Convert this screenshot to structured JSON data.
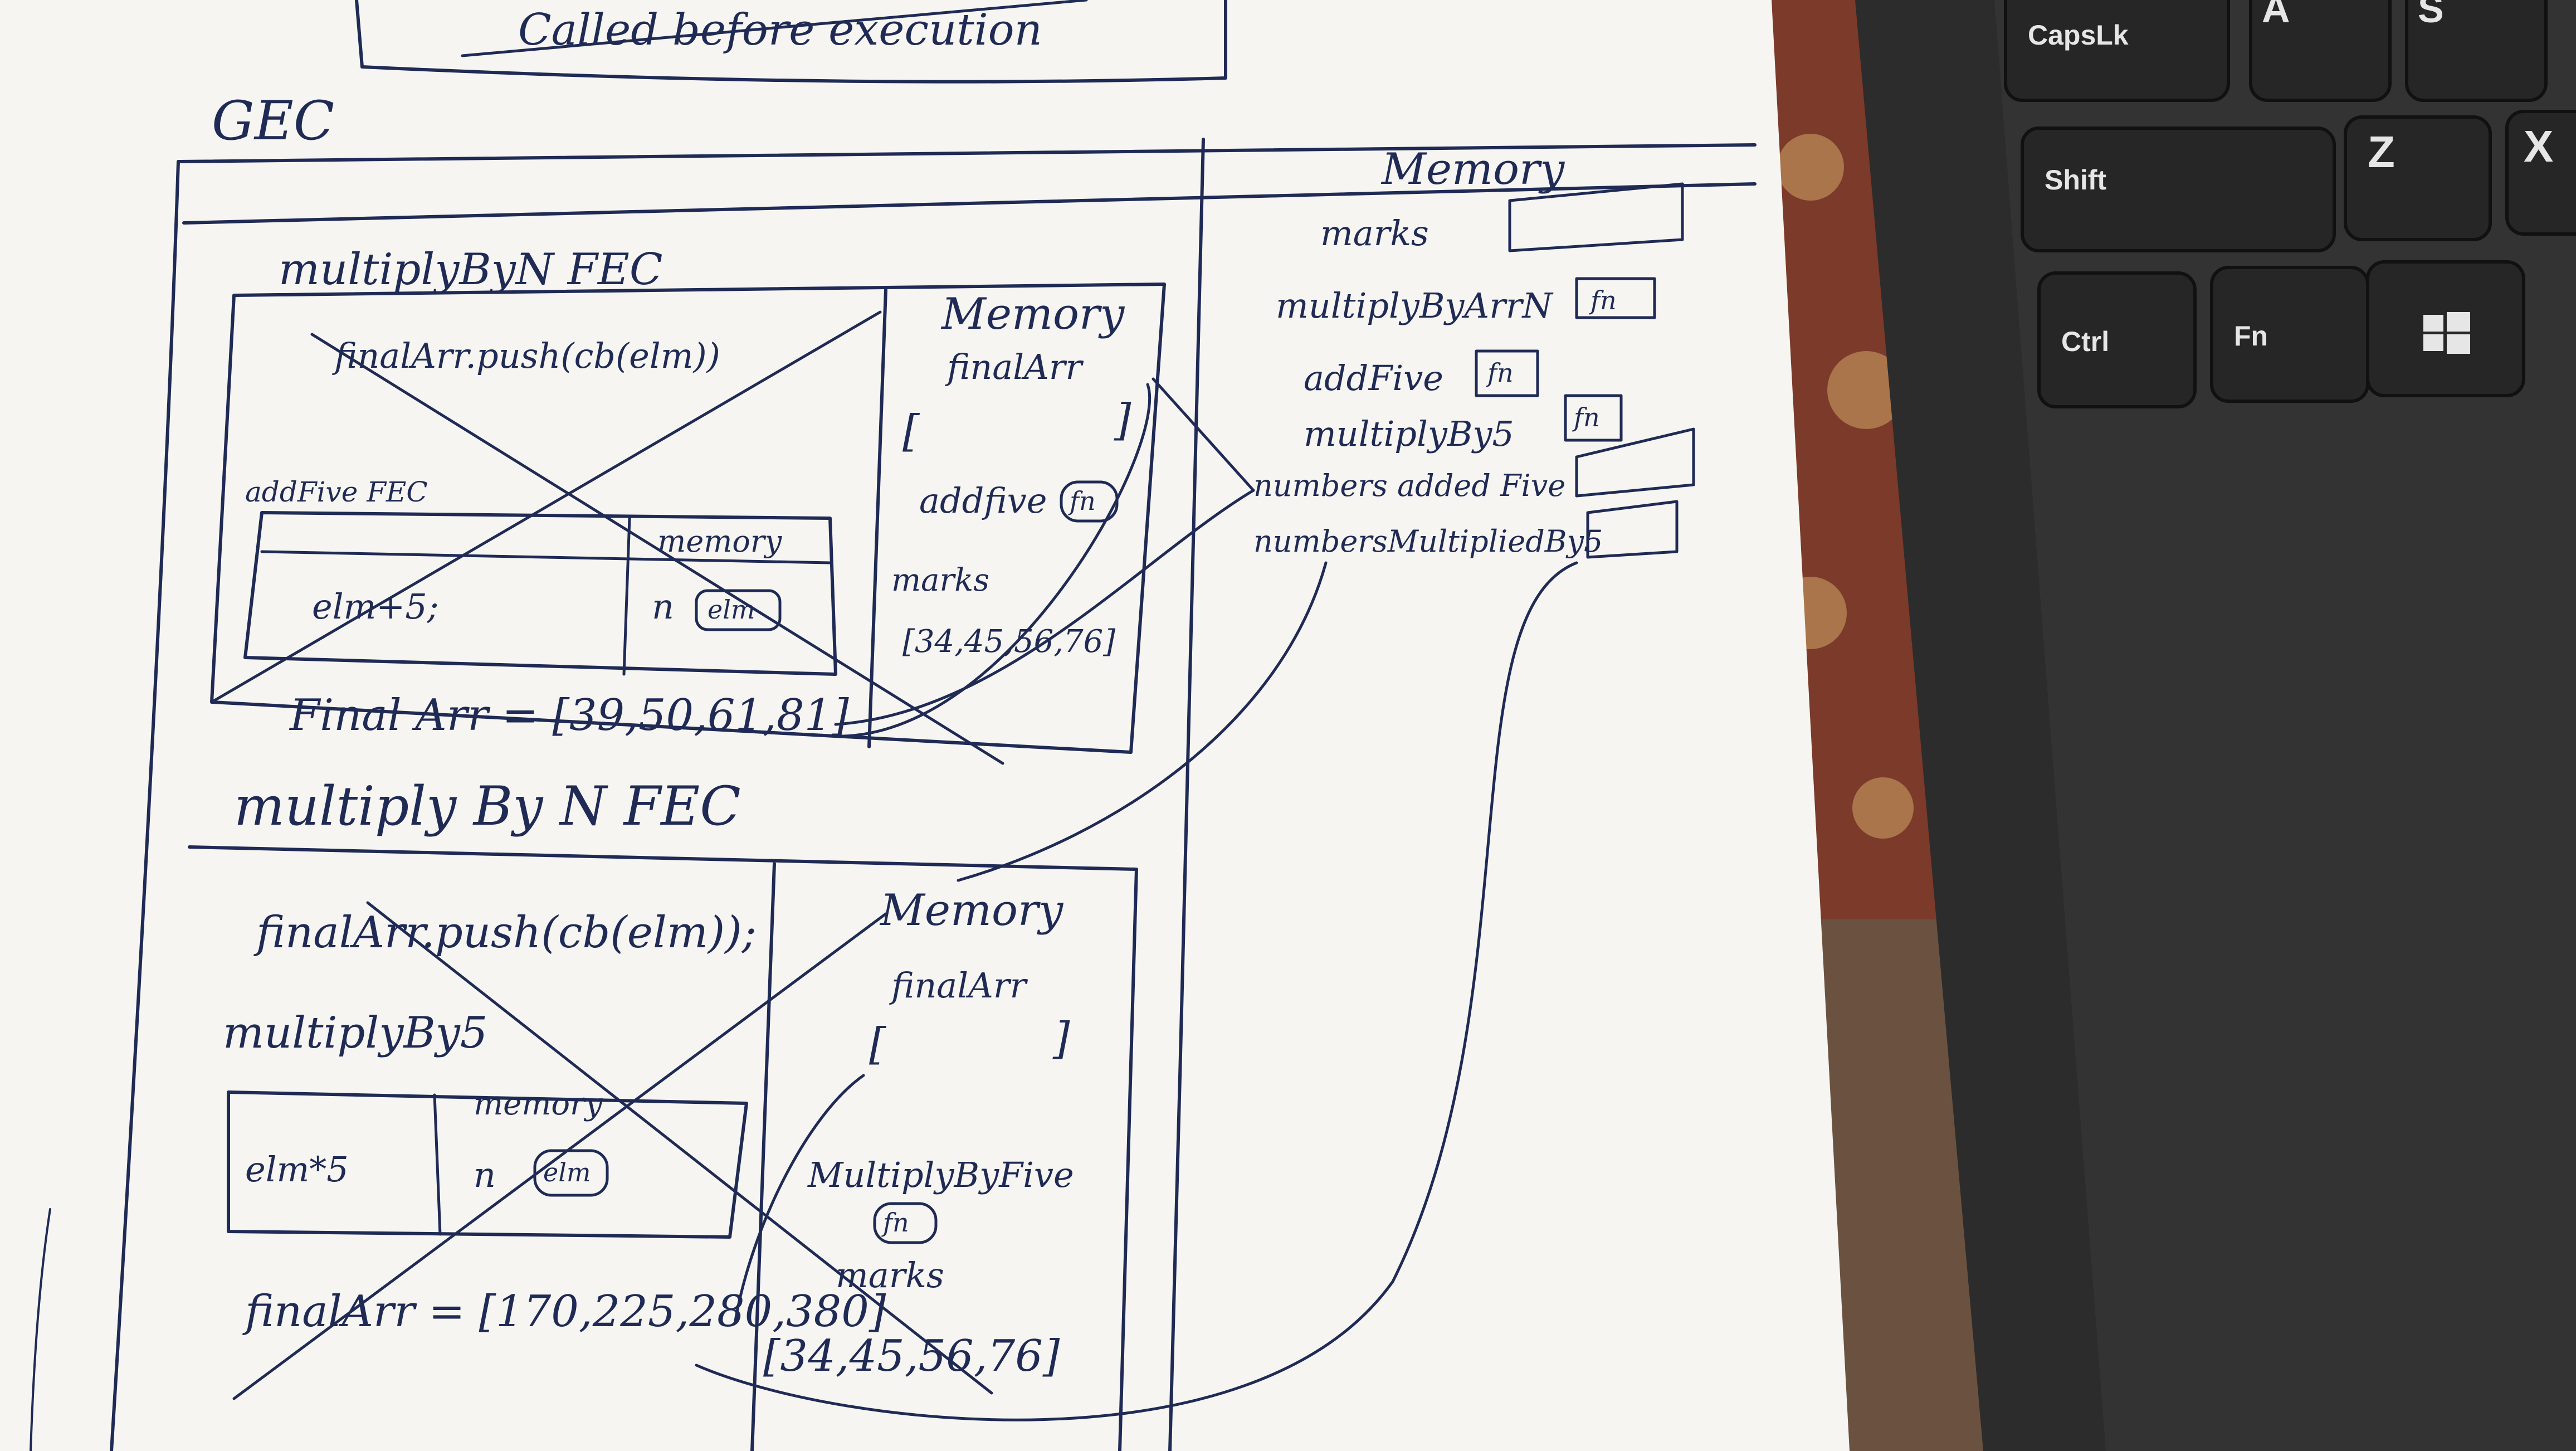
{
  "notes": {
    "top_caption": "Called before execution",
    "gec_label": "GEC",
    "global_memory": {
      "title": "Memory",
      "items": [
        "marks",
        "multiplyByArrN",
        "addFive",
        "multiplyBy5",
        "numbers added Five",
        "numbersMultipliedBy5"
      ],
      "fn_tag": "fn"
    },
    "fec_1": {
      "title": "multiplyByN  FEC",
      "code": "finalArr.push(cb(elm))",
      "inner_title": "addFive FEC",
      "inner_code": "elm+5;",
      "inner_memory_title": "memory",
      "inner_memory_item": "n",
      "inner_memory_value": "elm",
      "memory_title": "Memory",
      "memory_finalArr": "finalArr",
      "memory_addfive": "addfive",
      "memory_marks": "marks",
      "memory_marks_value": "[34,45,56,76]",
      "result": "Final Arr = [39,50,61,81]"
    },
    "fec_2": {
      "title": "multiply By N   FEC",
      "code": "finalArr.push(cb(elm));",
      "inner_title": "multiplyBy5",
      "inner_code": "elm*5",
      "inner_memory_title": "memory",
      "inner_memory_item": "n",
      "inner_memory_value": "elm",
      "memory_title": "Memory",
      "memory_finalArr": "finalArr",
      "memory_fn_name": "MultiplyByFive",
      "memory_marks": "marks",
      "memory_marks_value": "[34,45,56,76]",
      "result": "finalArr = [170,225,280,380]"
    }
  },
  "keyboard": {
    "keys": [
      "CapsLk",
      "A",
      "S",
      "Shift",
      "Z",
      "X",
      "Ctrl",
      "Fn",
      "windows-logo-icon"
    ]
  },
  "colors": {
    "ink": "#1f2a55",
    "paper": "#f6f5f1",
    "keyboard": "#2c2c2c"
  }
}
